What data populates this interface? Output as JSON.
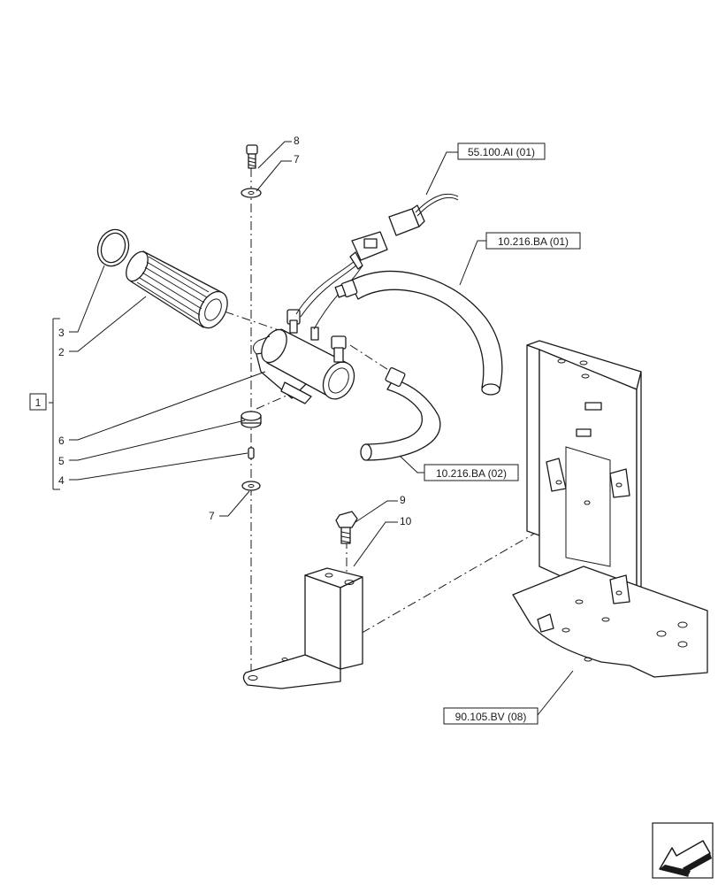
{
  "references": [
    {
      "id": "ref-55-100-ai",
      "label": "55.100.AI (01)"
    },
    {
      "id": "ref-10-216-ba-01",
      "label": "10.216.BA (01)"
    },
    {
      "id": "ref-10-216-ba-02",
      "label": "10.216.BA (02)"
    },
    {
      "id": "ref-90-105-bv",
      "label": "90.105.BV (08)"
    }
  ],
  "assembly_label": "1",
  "callouts": {
    "c8": "8",
    "c7a": "7",
    "c3": "3",
    "c2": "2",
    "c6": "6",
    "c5": "5",
    "c4": "4",
    "c7b": "7",
    "c9": "9",
    "c10": "10"
  },
  "icons": {
    "nav": "arrow-down-left-icon"
  }
}
